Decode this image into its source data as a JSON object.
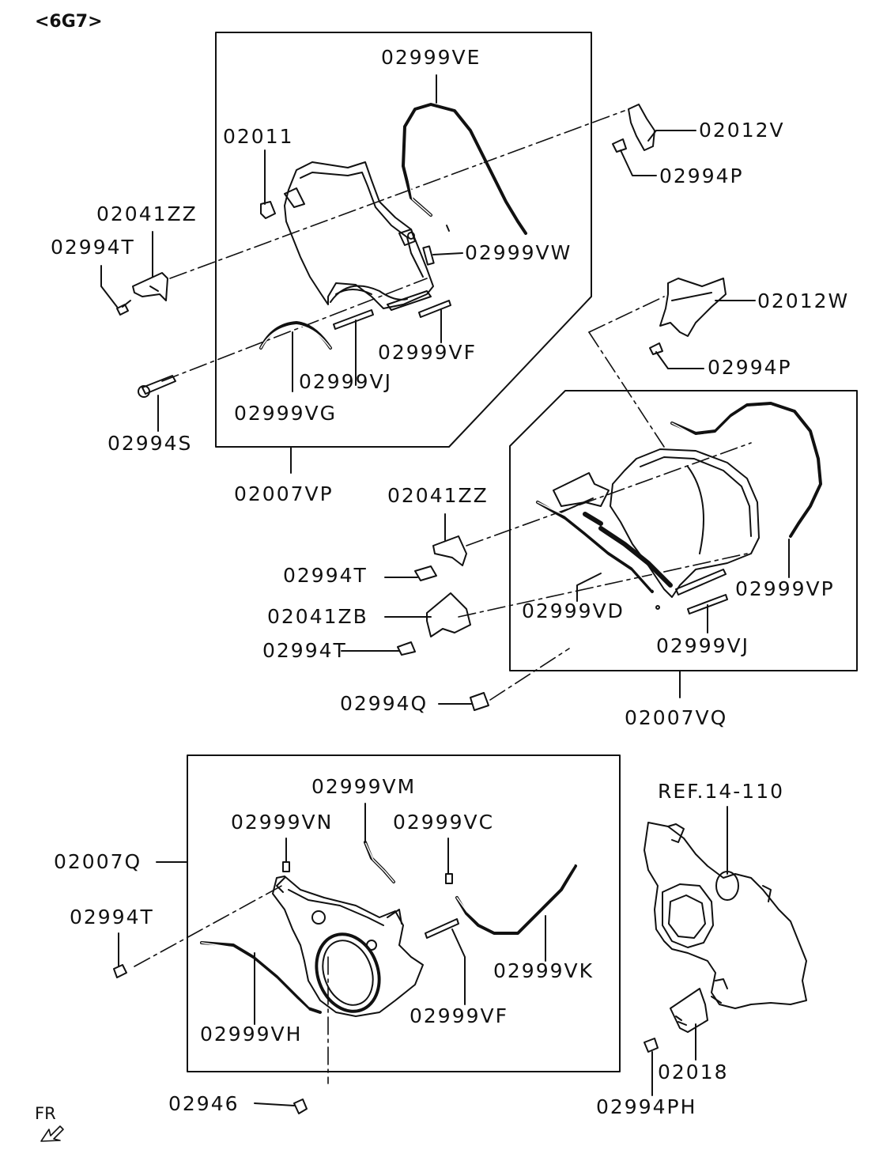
{
  "header": {
    "code": "<6G7>"
  },
  "orientation": {
    "label": "FR"
  },
  "labels": {
    "l02999VE": "02999VE",
    "l02011": "02011",
    "l02012V": "02012V",
    "l02041ZZ_a": "02041ZZ",
    "l02994P_a": "02994P",
    "l02994T_a": "02994T",
    "l02999VW": "02999VW",
    "l02012W": "02012W",
    "l02999VF_a": "02999VF",
    "l02994P_b": "02994P",
    "l02999VJ_a": "02999VJ",
    "l02999VG": "02999VG",
    "l02994S": "02994S",
    "l02007VP": "02007VP",
    "l02041ZZ_b": "02041ZZ",
    "l02994T_b": "02994T",
    "l02999VP": "02999VP",
    "l02041ZB": "02041ZB",
    "l02999VD": "02999VD",
    "l02994T_c": "02994T",
    "l02999VJ_b": "02999VJ",
    "l02994Q": "02994Q",
    "l02007VQ": "02007VQ",
    "l02999VM": "02999VM",
    "lREF": "REF.14-110",
    "l02999VN": "02999VN",
    "l02999VC": "02999VC",
    "l02007Q": "02007Q",
    "l02994T_d": "02994T",
    "l02999VK": "02999VK",
    "l02999VF_b": "02999VF",
    "l02999VH": "02999VH",
    "l02018": "02018",
    "l02946": "02946",
    "l02994PH": "02994PH"
  }
}
